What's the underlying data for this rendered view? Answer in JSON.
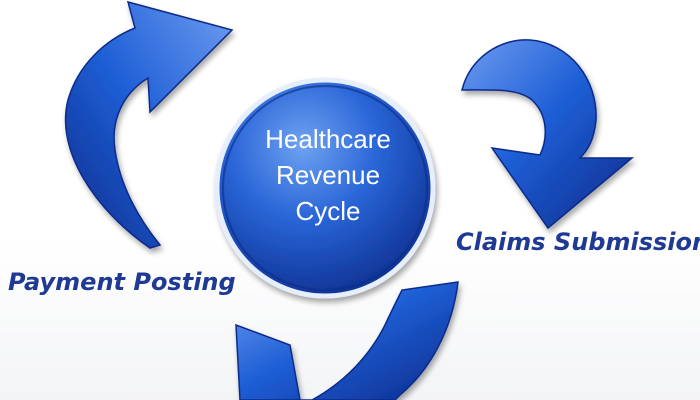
{
  "hub": {
    "lines": [
      "Healthcare",
      "Revenue",
      "Cycle"
    ]
  },
  "stages": [
    {
      "label": "Claims Submission"
    },
    {
      "label": "Payment Posting"
    }
  ],
  "colors": {
    "arrow_light": "#5d8fe8",
    "arrow_mid": "#1f5fd6",
    "arrow_dark": "#0a2a8a",
    "hub_light": "#4f8ce8",
    "hub_dark": "#0c2f8f",
    "label_text": "#1f3a93"
  }
}
